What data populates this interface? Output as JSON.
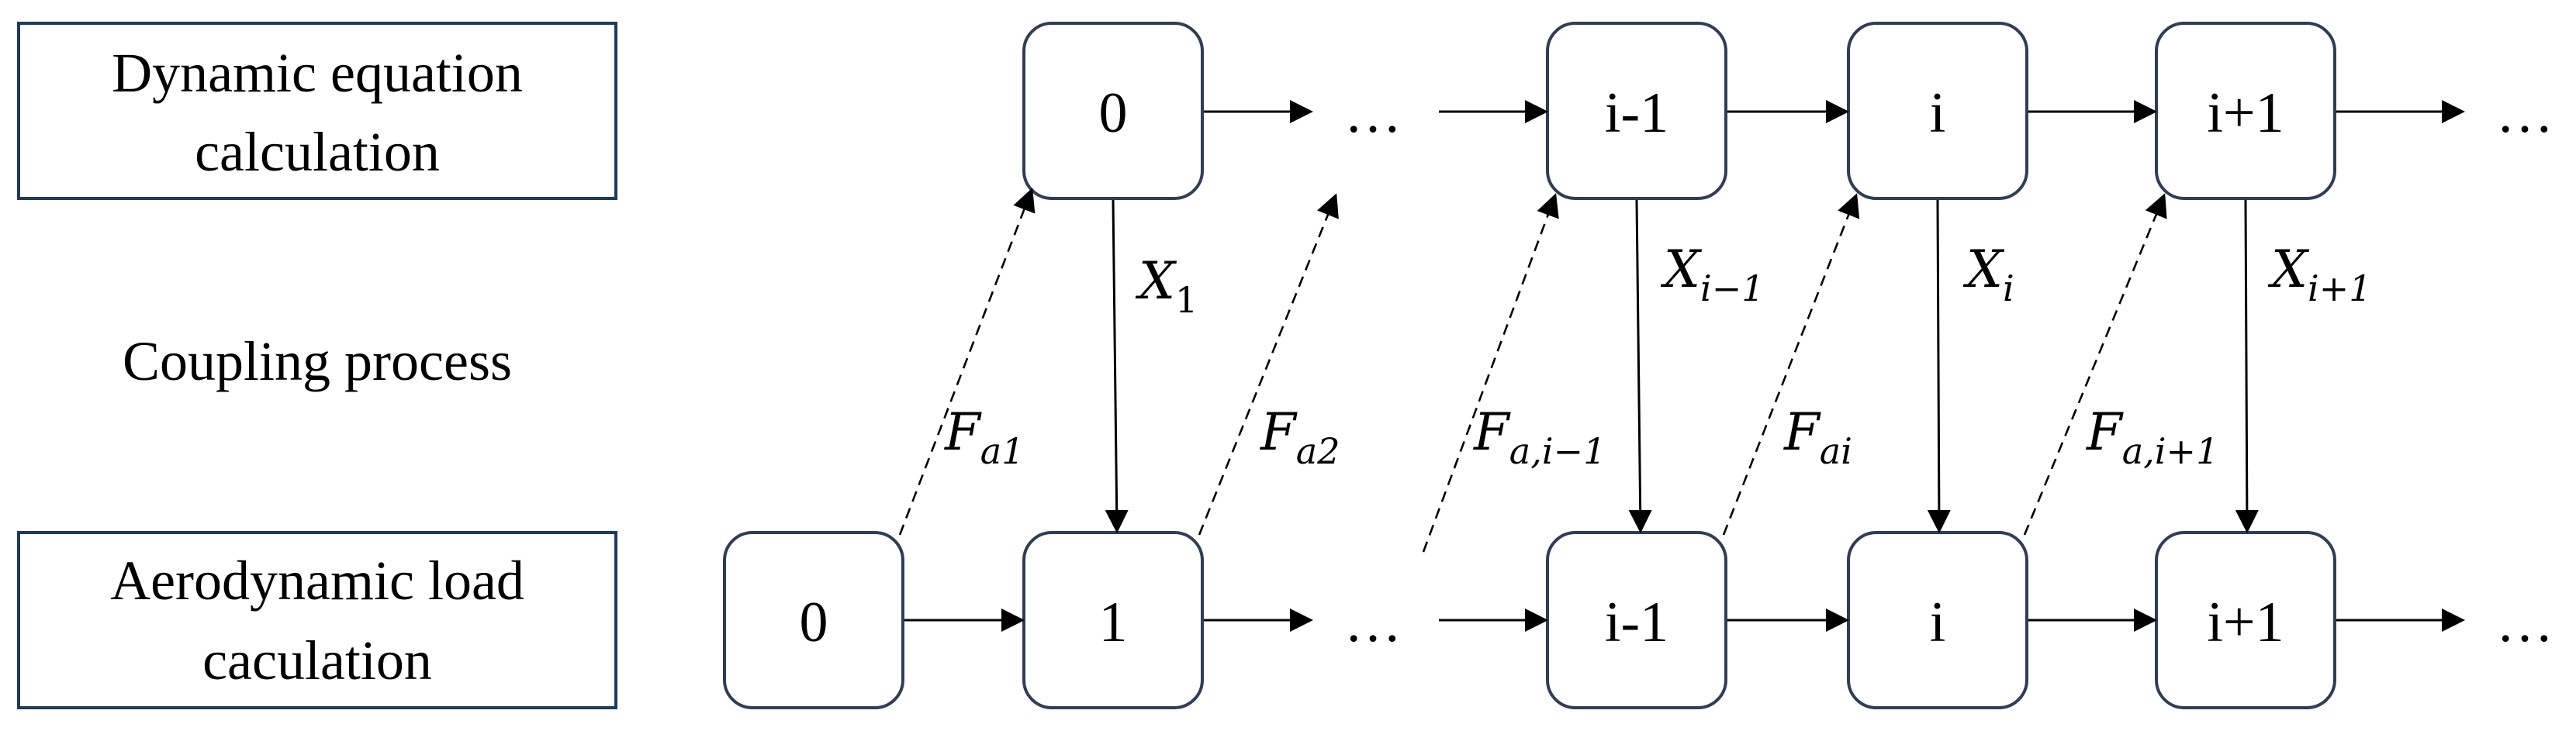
{
  "row_labels": {
    "top": [
      "Dynamic equation",
      "calculation"
    ],
    "middle": "Coupling process",
    "bottom": [
      "Aerodynamic load",
      "caculation"
    ]
  },
  "top_nodes": [
    "0",
    "i-1",
    "i",
    "i+1"
  ],
  "bottom_nodes": [
    "0",
    "1",
    "i-1",
    "i",
    "i+1"
  ],
  "ellipsis": "…",
  "x_labels": [
    {
      "base": "X",
      "sub": "1"
    },
    {
      "base": "X",
      "sub": "i−1"
    },
    {
      "base": "X",
      "sub": "i"
    },
    {
      "base": "X",
      "sub": "i+1"
    }
  ],
  "f_labels": [
    {
      "base": "F",
      "sub": "a1"
    },
    {
      "base": "F",
      "sub": "a2"
    },
    {
      "base": "F",
      "sub": "a,i−1"
    },
    {
      "base": "F",
      "sub": "ai"
    },
    {
      "base": "F",
      "sub": "a,i+1"
    }
  ]
}
